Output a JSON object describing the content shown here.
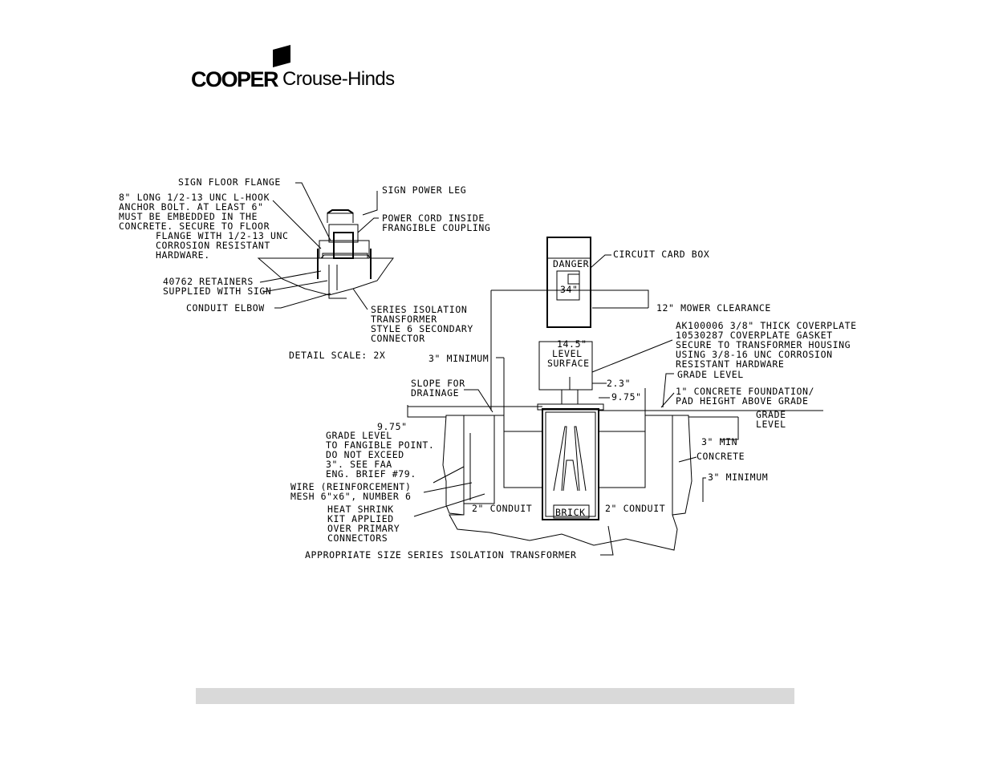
{
  "logo": {
    "brand": "COOPER",
    "sub": "Crouse-Hinds"
  },
  "detail": {
    "sign_floor_flange": "SIGN FLOOR FLANGE",
    "anchor_bolt": [
      "8\" LONG 1/2-13 UNC L-HOOK",
      "ANCHOR BOLT.  AT LEAST 6\"",
      "MUST BE EMBEDDED IN THE",
      "CONCRETE.  SECURE TO FLOOR",
      "FLANGE WITH 1/2-13 UNC",
      "CORROSION RESISTANT",
      "HARDWARE."
    ],
    "sign_power_leg": "SIGN POWER LEG",
    "power_cord": [
      "POWER CORD INSIDE",
      "FRANGIBLE COUPLING"
    ],
    "retainers": [
      "40762 RETAINERS",
      "SUPPLIED WITH SIGN"
    ],
    "conduit_elbow": "CONDUIT ELBOW",
    "isolation_xfmr": [
      "SERIES ISOLATION",
      "TRANSFORMER",
      "STYLE 6 SECONDARY",
      "CONNECTOR"
    ],
    "scale": "DETAIL SCALE: 2X"
  },
  "main": {
    "circuit_card_box": "CIRCUIT CARD BOX",
    "danger": "DANGER",
    "dim_34": "34\"",
    "mower_clearance": "12\" MOWER CLEARANCE",
    "coverplate": [
      "AK100006 3/8\" THICK COVERPLATE",
      "10530287 COVERPLATE GASKET",
      "SECURE TO TRANSFORMER HOUSING",
      "USING 3/8-16 UNC CORROSION",
      "RESISTANT HARDWARE"
    ],
    "dim_14_5": "14.5\"",
    "level_surface": [
      "LEVEL",
      "SURFACE"
    ],
    "three_minimum": "3\" MINIMUM",
    "grade_level_top": "GRADE LEVEL",
    "dim_2_3": "2.3\"",
    "dim_9_75_right": "9.75\"",
    "concrete_foundation": [
      "1\" CONCRETE FOUNDATION/",
      "PAD HEIGHT ABOVE GRADE"
    ],
    "slope": [
      "SLOPE FOR",
      "DRAINAGE"
    ],
    "grade_level_right": [
      "GRADE",
      "LEVEL"
    ],
    "dim_9_75_left": "9.75\"",
    "frangible": [
      "GRADE LEVEL",
      "TO FANGIBLE POINT.",
      "DO NOT EXCEED",
      "3\".  SEE FAA",
      "ENG. BRIEF #79."
    ],
    "three_min": "3\" MIN",
    "concrete": "CONCRETE",
    "wire_mesh": [
      "WIRE (REINFORCEMENT)",
      "MESH 6\"x6\", NUMBER 6"
    ],
    "three_minimum_bottom": "3\" MINIMUM",
    "heat_shrink": [
      "HEAT SHRINK",
      "KIT APPLIED",
      "OVER PRIMARY",
      "CONNECTORS"
    ],
    "conduit_left": "2\" CONDUIT",
    "brick": "BRICK",
    "conduit_right": "2\" CONDUIT",
    "bottom_xfmr": "APPROPRIATE SIZE SERIES ISOLATION TRANSFORMER"
  },
  "colors": {
    "line": "#000000",
    "footer_bar": "#d9d9d9"
  }
}
